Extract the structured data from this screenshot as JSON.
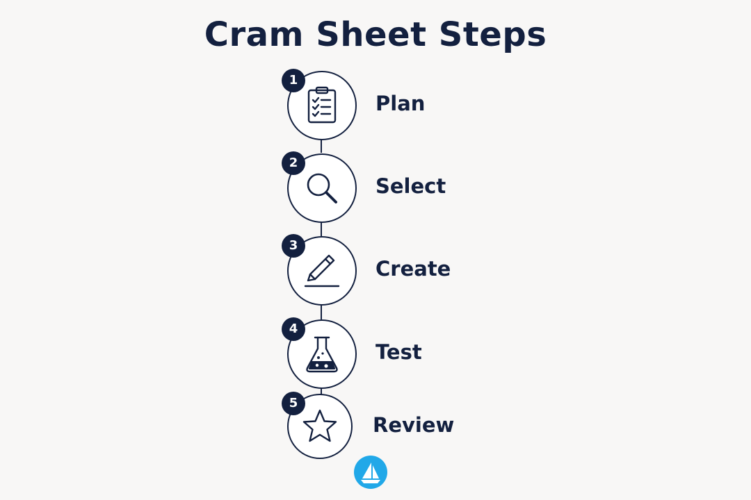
{
  "title": "Cram Sheet Steps",
  "colors": {
    "ink": "#13203f",
    "background": "#f8f7f6",
    "logo": "#21a8e8"
  },
  "steps": [
    {
      "number": "1",
      "label": "Plan",
      "icon": "clipboard-checklist-icon"
    },
    {
      "number": "2",
      "label": "Select",
      "icon": "magnifying-glass-icon"
    },
    {
      "number": "3",
      "label": "Create",
      "icon": "pencil-icon"
    },
    {
      "number": "4",
      "label": "Test",
      "icon": "flask-icon"
    },
    {
      "number": "5",
      "label": "Review",
      "icon": "star-icon"
    }
  ],
  "logo_icon": "sailboat-logo-icon"
}
